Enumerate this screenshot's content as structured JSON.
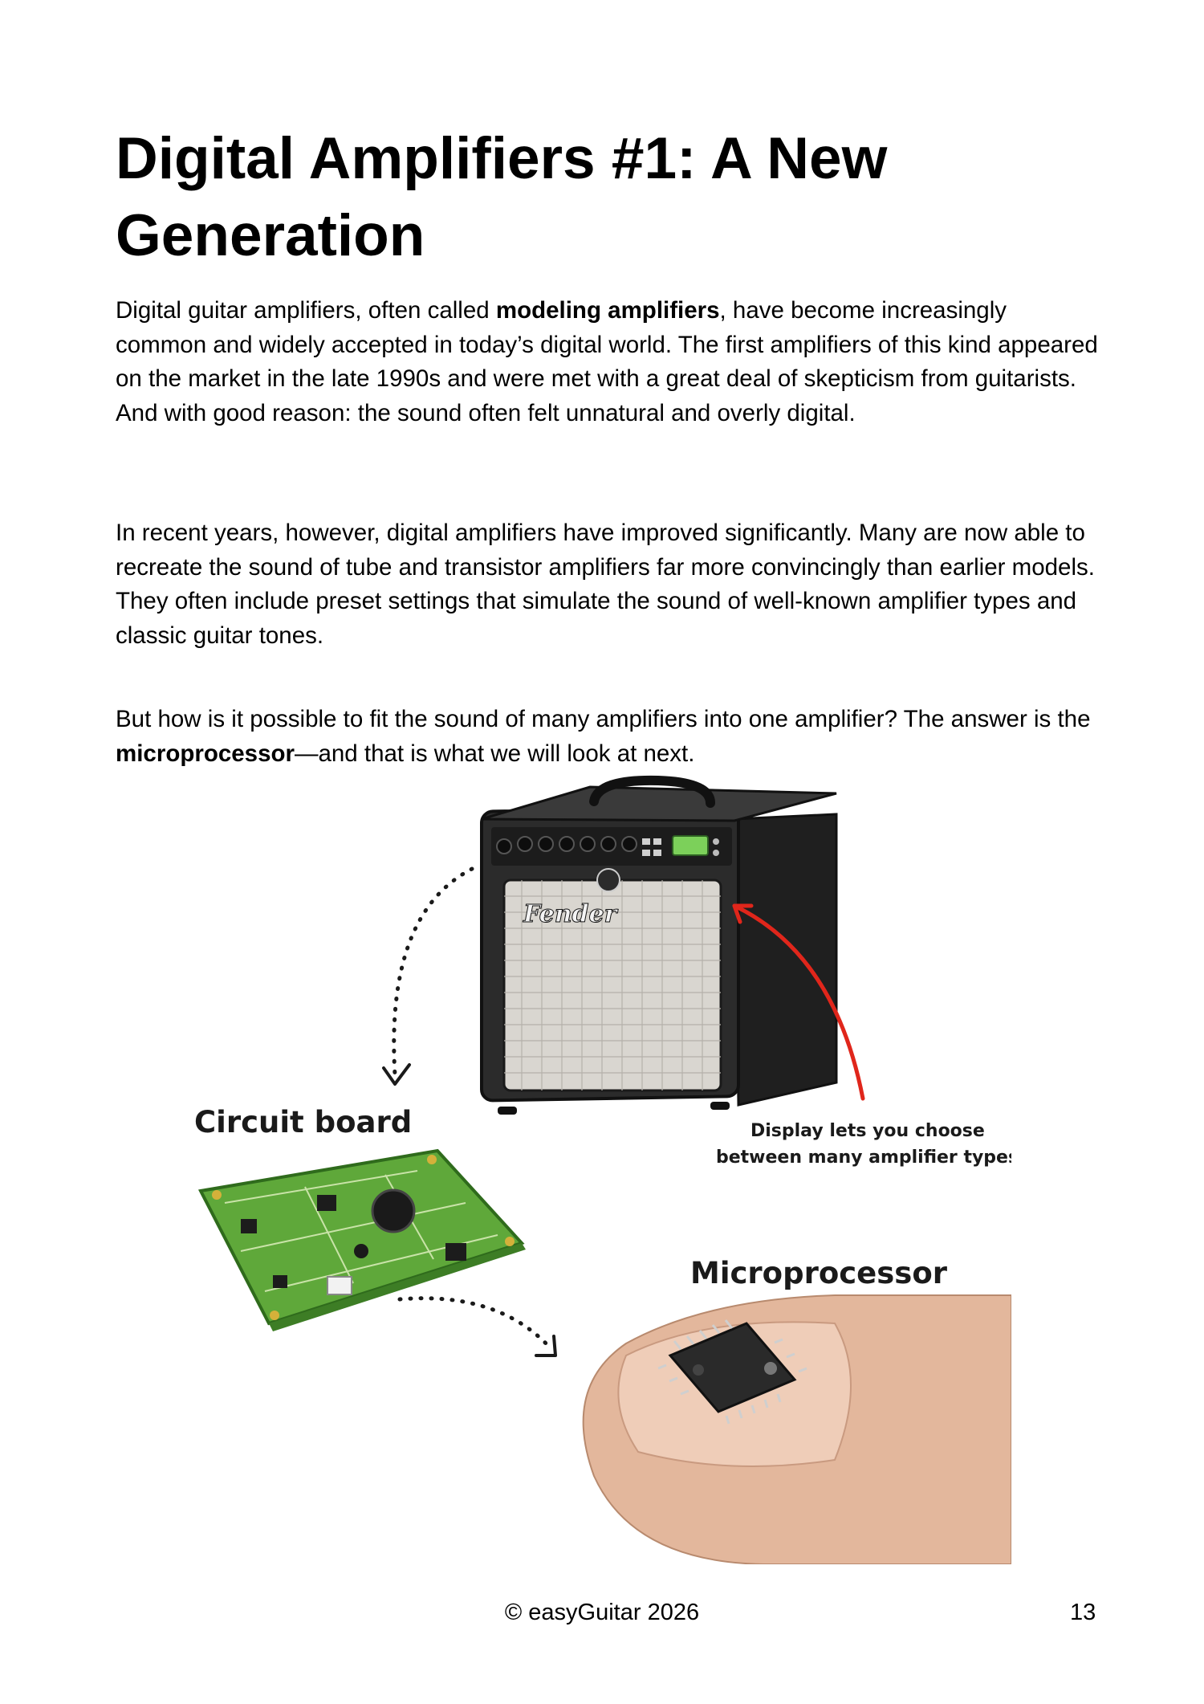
{
  "page": {
    "title": "Digital Amplifiers #1: A New Generation",
    "p1": {
      "before": "Digital guitar amplifiers, often called ",
      "bold": "modeling amplifiers",
      "after": ", have become increasingly common and widely accepted in today’s digital world. The first amplifiers of this kind appeared on the market in the late 1990s and were met with a great deal of skepticism from guitarists. And with good reason: the sound often felt unnatural and overly digital."
    },
    "p2": "In recent years, however, digital amplifiers have improved significantly. Many are now able to recreate the sound of tube and transistor amplifiers far more convincingly than earlier models. They often include preset settings that simulate the sound of well-known amplifier types and classic guitar tones.",
    "p3": {
      "before": "But how is it possible to fit the sound of many amplifiers into one amplifier? The answer is the ",
      "bold": "microprocessor",
      "after": "—and that is what we will look at next."
    }
  },
  "illustration": {
    "label_circuit_board": "Circuit board",
    "label_display_line1": "Display lets you choose",
    "label_display_line2": "between many amplifier types",
    "label_microprocessor": "Microprocessor",
    "amp_brand": "Fender",
    "colors": {
      "amp_body": "#2b2b2b",
      "grille": "#d9d6d0",
      "display": "#7cd05a",
      "board": "#5fa83a",
      "arrow_red": "#e0261b",
      "skin": "#e3b79c"
    }
  },
  "footer": {
    "copyright": "© easyGuitar 2026",
    "page_number": "13"
  }
}
